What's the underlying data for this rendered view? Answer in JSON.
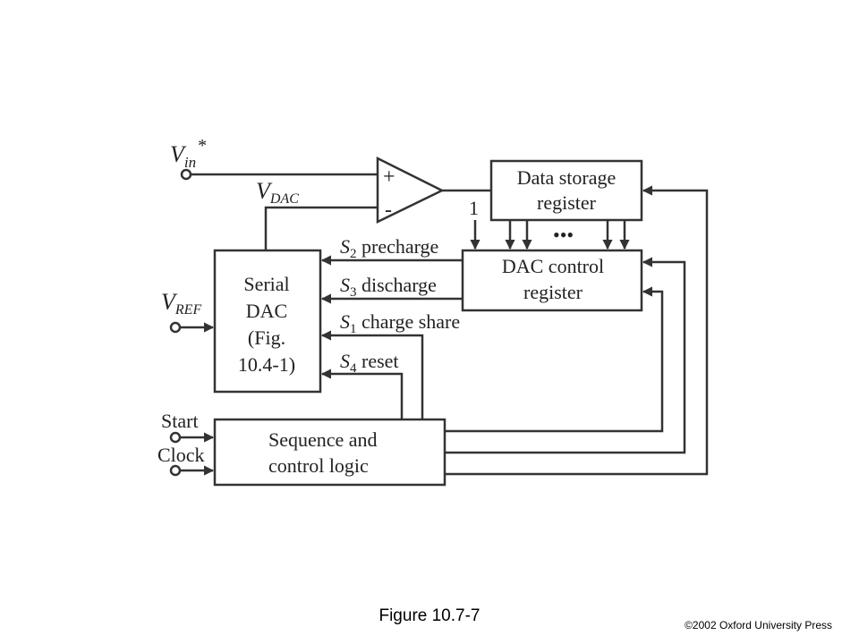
{
  "diagram": {
    "inputs": {
      "vin": {
        "main": "V",
        "sub": "in",
        "sup": "*"
      },
      "vdac": {
        "main": "V",
        "sub": "DAC"
      },
      "vref": {
        "main": "V",
        "sub": "REF"
      },
      "start": "Start",
      "clock": "Clock"
    },
    "comparator": {
      "plus": "+",
      "minus": "-"
    },
    "data_storage": {
      "line1": "Data storage",
      "line2": "register"
    },
    "dac_control": {
      "line1": "DAC control",
      "line2": "register"
    },
    "serial_dac": {
      "line1": "Serial",
      "line2": "DAC",
      "line3": "(Fig.",
      "line4": "10.4-1)"
    },
    "sequence": {
      "line1": "Sequence and",
      "line2": "control logic"
    },
    "signals": {
      "s2": {
        "main": "S",
        "sub": "2",
        "text": " precharge"
      },
      "s3": {
        "main": "S",
        "sub": "3",
        "text": " discharge"
      },
      "s1": {
        "main": "S",
        "sub": "1",
        "text": " charge share"
      },
      "s4": {
        "main": "S",
        "sub": "4",
        "text": " reset"
      }
    },
    "one_label": "1",
    "ellipsis": "•••"
  },
  "caption": "Figure 10.7-7",
  "copyright": "©2002 Oxford University Press"
}
